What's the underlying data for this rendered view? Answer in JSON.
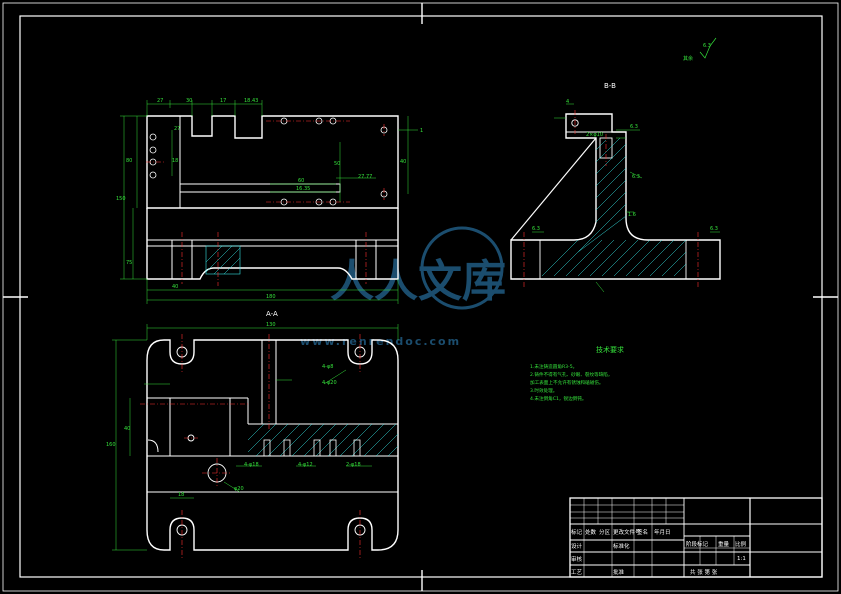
{
  "colors": {
    "background": "#000000",
    "outline": "#ffffff",
    "dimension": "#35e23b",
    "center_line": "#ff3030",
    "hatch": "#35e2e2",
    "watermark": "#1b4d6e"
  },
  "views": {
    "section_bb_label": "B-B",
    "section_aa_label": "A-A",
    "roughness_label": "其余",
    "roughness_value": "6.3"
  },
  "dimensions": {
    "front_top": [
      "27",
      "30",
      "17",
      "18.43"
    ],
    "front_right": [
      "27",
      "18",
      "50",
      "40"
    ],
    "front_left": [
      "150",
      "80",
      "75"
    ],
    "front_bottom": [
      "40",
      "180"
    ],
    "front_inner": [
      "60",
      "16.35",
      "27.77",
      "1"
    ],
    "bb": [
      "4",
      "2×φ10",
      "6.3",
      "1.6",
      "6.3",
      "6.3",
      "6.3"
    ],
    "plan_top": "130",
    "plan_left": [
      "160",
      "40",
      "18"
    ],
    "plan_holes": [
      "4-φ8",
      "4-φ20",
      "4-φ18",
      "4-φ12",
      "2-φ18",
      "φ20"
    ]
  },
  "notes": {
    "title": "技术要求",
    "lines": [
      "1.未注铸造圆角R3-5。",
      "2.铸件不得有气孔、砂眼、裂纹等缺陷，",
      "   加工表面上不允许有锈蚀和磕碰伤。",
      "3.时效处理。",
      "4.未注倒角C1，锐边倒钝。"
    ]
  },
  "title_block": {
    "r1": [
      "标记",
      "处数",
      "分区",
      "更改文件号",
      "签名",
      "年月日"
    ],
    "r2": [
      "设计",
      "标准化"
    ],
    "r3": [
      "审核"
    ],
    "r4": [
      "工艺",
      "批准"
    ],
    "stage": "阶段标记",
    "weight": "重量",
    "scale_label": "比例",
    "scale": "1:1",
    "sheets": "共 张 第 张"
  },
  "watermark": {
    "cn": "人人文库",
    "url": "www.renrendoc.com"
  }
}
